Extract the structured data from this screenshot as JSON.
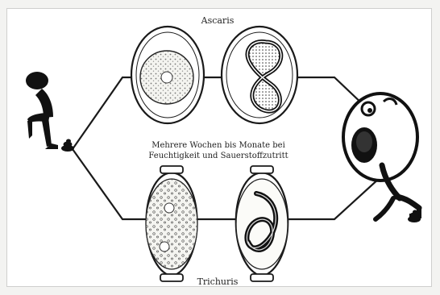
{
  "labels": {
    "top_egg_label": "Ascaris",
    "bottom_egg_label": "Trichuris",
    "center_line1": "Mehrere Wochen bis Monate bei",
    "center_line2": "Feuchtigkeit und Sauerstoffzutritt"
  },
  "colors": {
    "line": "#1a1a1a",
    "figure": "#111111",
    "egg_fill": "#f4f4f0",
    "egg_stipple": "#555555"
  },
  "icons": {
    "left_figure": "squatting-person-icon",
    "right_figure": "person-eating-icon",
    "left_feces": "feces-icon",
    "right_feces": "feces-icon"
  }
}
